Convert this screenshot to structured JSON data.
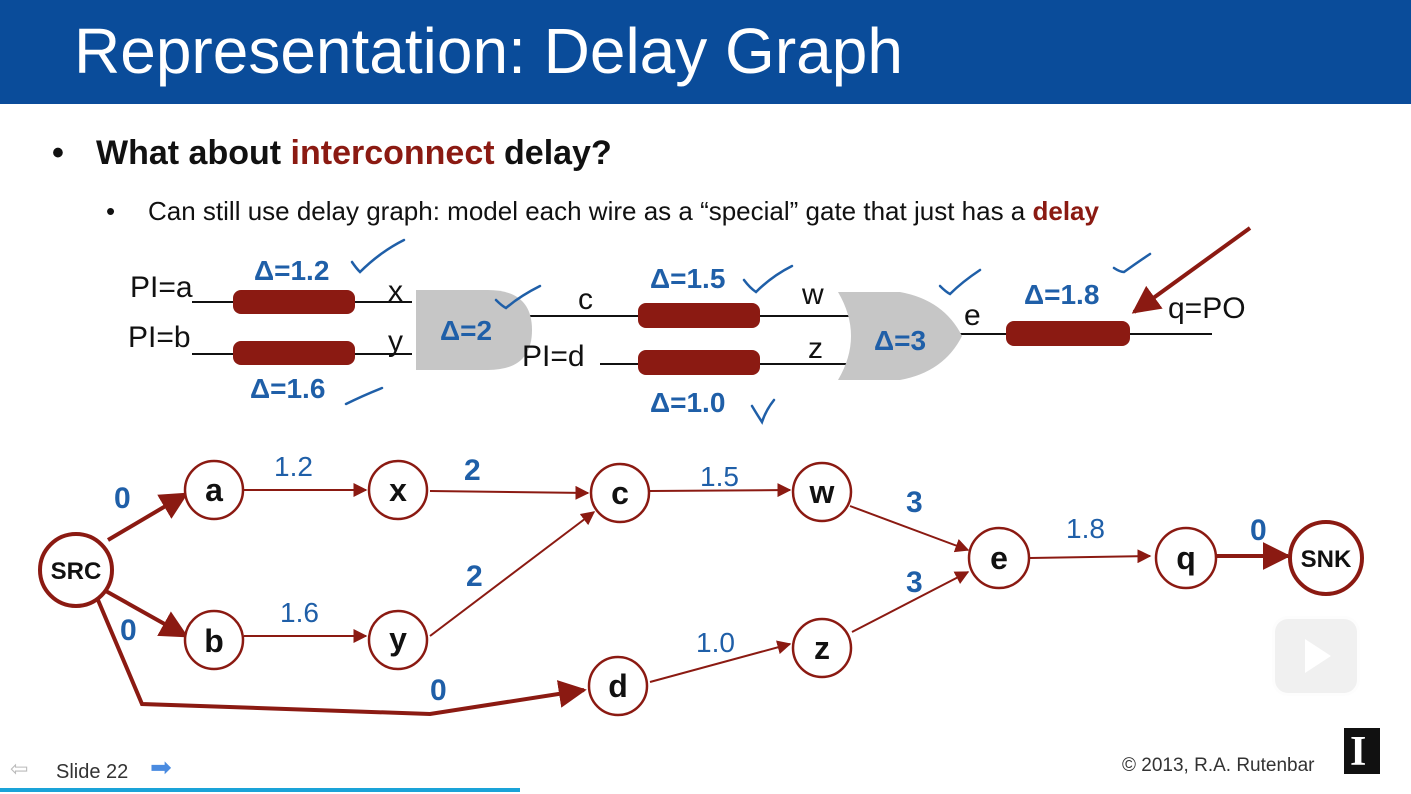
{
  "title": "Representation:  Delay Graph",
  "bullet_main": {
    "marker": "•",
    "pre": "What about ",
    "highlight": "interconnect",
    "post": " delay?"
  },
  "bullet_sub": {
    "marker": "•",
    "pre": "Can still use delay graph:  model each wire as a “special” gate that just has a ",
    "highlight": "delay"
  },
  "circuit": {
    "labels": {
      "pia": "PI=a",
      "pib": "PI=b",
      "pid": "PI=d",
      "x": "x",
      "y": "y",
      "c": "c",
      "w": "w",
      "z": "z",
      "e": "e",
      "qpo": "q=PO"
    },
    "wire_delays": {
      "a_x": "Δ=1.2",
      "b_y": "Δ=1.6",
      "c_w": "Δ=1.5",
      "d_z": "Δ=1.0",
      "e_q": "Δ=1.8"
    },
    "gate_delays": {
      "g1": "Δ=2",
      "g2": "Δ=3"
    }
  },
  "graph": {
    "nodes": {
      "src": "SRC",
      "a": "a",
      "b": "b",
      "x": "x",
      "y": "y",
      "c": "c",
      "d": "d",
      "w": "w",
      "z": "z",
      "e": "e",
      "q": "q",
      "snk": "SNK"
    },
    "edge_weights": {
      "src_a": "0",
      "src_b": "0",
      "src_d": "0",
      "a_x": "1.2",
      "b_y": "1.6",
      "x_c": "2",
      "y_c": "2",
      "c_w": "1.5",
      "d_z": "1.0",
      "w_e": "3",
      "z_e": "3",
      "e_q": "1.8",
      "q_snk": "0"
    }
  },
  "footer": {
    "slide": "Slide 22",
    "copyright": "© 2013, R.A. Rutenbar",
    "logo": "I"
  },
  "colors": {
    "title_bar": "#0a4c9a",
    "accent_red": "#8b1a12",
    "delay_blue": "#1f5fa8"
  }
}
